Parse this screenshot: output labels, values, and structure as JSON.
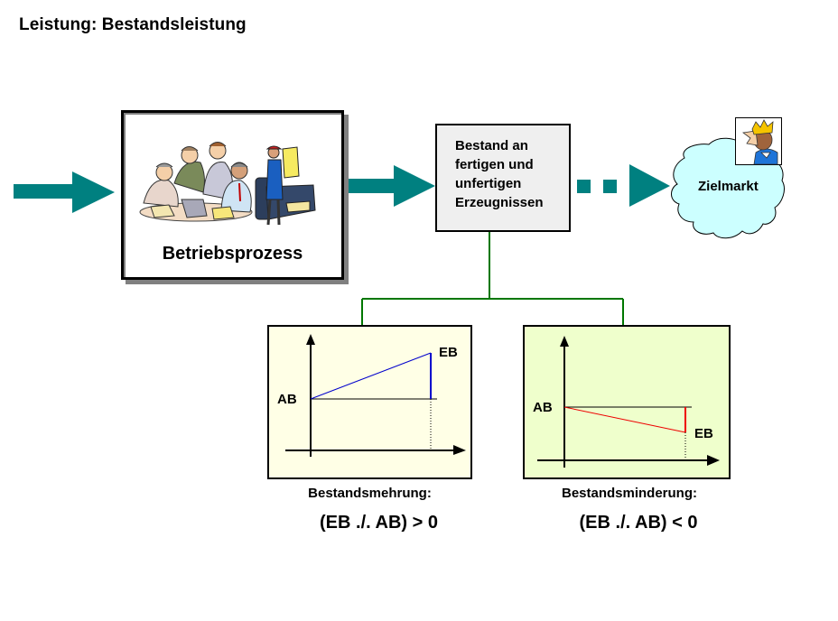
{
  "title": "Leistung: Bestandsleistung",
  "process": {
    "label": "Betriebsprozess",
    "images": [
      "team-meeting-clipart",
      "worker-machine-clipart"
    ]
  },
  "stock": {
    "lines": [
      "Bestand an",
      "fertigen und",
      "unfertigen",
      "Erzeugnissen"
    ]
  },
  "market": {
    "label": "Zielmarkt",
    "icon": "king-customer-icon"
  },
  "colors": {
    "arrow": "#008080",
    "connector": "#007700",
    "increase_line": "#0000cc",
    "decrease_line": "#ee0000",
    "cloud_fill": "#ccffff",
    "left_box_fill": "#ffffe6",
    "right_box_fill": "#efffcc"
  },
  "graphs": [
    {
      "id": "increase",
      "start_label": "AB",
      "end_label": "EB",
      "direction": "up",
      "caption": "Bestandsmehrung:",
      "formula": "(EB ./. AB) > 0"
    },
    {
      "id": "decrease",
      "start_label": "AB",
      "end_label": "EB",
      "direction": "down",
      "caption": "Bestandsminderung:",
      "formula": "(EB ./. AB) < 0"
    }
  ]
}
